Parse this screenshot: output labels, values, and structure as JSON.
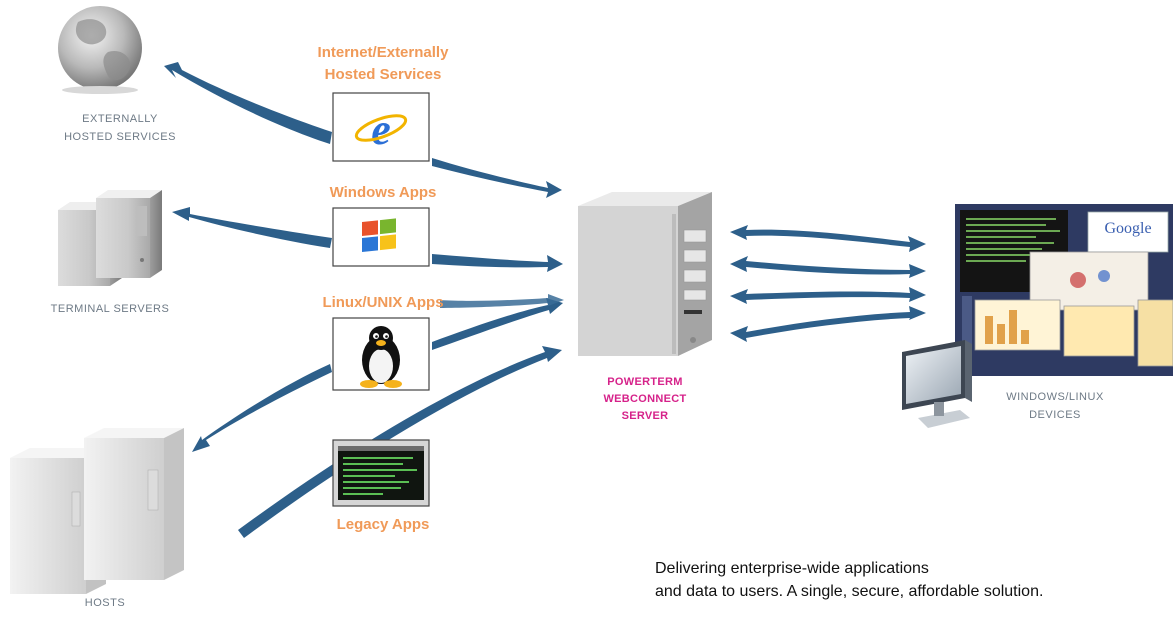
{
  "nodes": {
    "external": {
      "label_line1": "EXTERNALLY",
      "label_line2": "HOSTED SERVICES"
    },
    "terminal": {
      "label": "TERMINAL SERVERS"
    },
    "hosts": {
      "label": "HOSTS"
    },
    "server": {
      "label_line1": "POWERTERM",
      "label_line2": "WEBCONNECT",
      "label_line3": "SERVER"
    },
    "devices": {
      "label_line1": "WINDOWS/LINUX",
      "label_line2": "DEVICES",
      "search_logo": "Google"
    }
  },
  "apps": {
    "internet": {
      "label_line1": "Internet/Externally",
      "label_line2": "Hosted Services",
      "icon": "internet-explorer-icon"
    },
    "windows": {
      "label": "Windows Apps",
      "icon": "windows-logo-icon"
    },
    "linux": {
      "label": "Linux/UNIX Apps",
      "icon": "tux-penguin-icon"
    },
    "legacy": {
      "label": "Legacy Apps",
      "icon": "terminal-screen-icon"
    }
  },
  "tagline": {
    "line1": "Delivering enterprise-wide applications",
    "line2": "and data to users. A single, secure, affordable solution."
  },
  "colors": {
    "arrow_dark": "#23547e",
    "arrow_light": "#a9c6de",
    "label_gray": "#6e7a86",
    "label_orange": "#f09a58",
    "label_pink": "#d6228a"
  }
}
